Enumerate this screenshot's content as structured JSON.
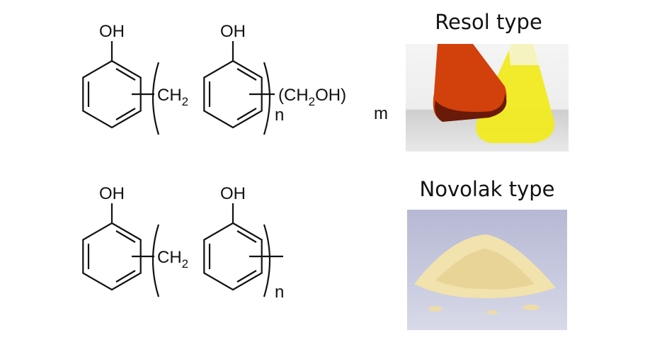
{
  "resol": {
    "title": "Resol type",
    "oh_left": "OH",
    "oh_right": "OH",
    "ch2": "CH",
    "ch2_sub": "2",
    "repeat_n": "n",
    "end_group_open": "(CH",
    "end_group_sub": "2",
    "end_group_close": "OH)",
    "repeat_m": "m"
  },
  "novolak": {
    "title": "Novolak type",
    "oh_left": "OH",
    "oh_right": "OH",
    "ch2": "CH",
    "ch2_sub": "2",
    "repeat_n": "n"
  }
}
